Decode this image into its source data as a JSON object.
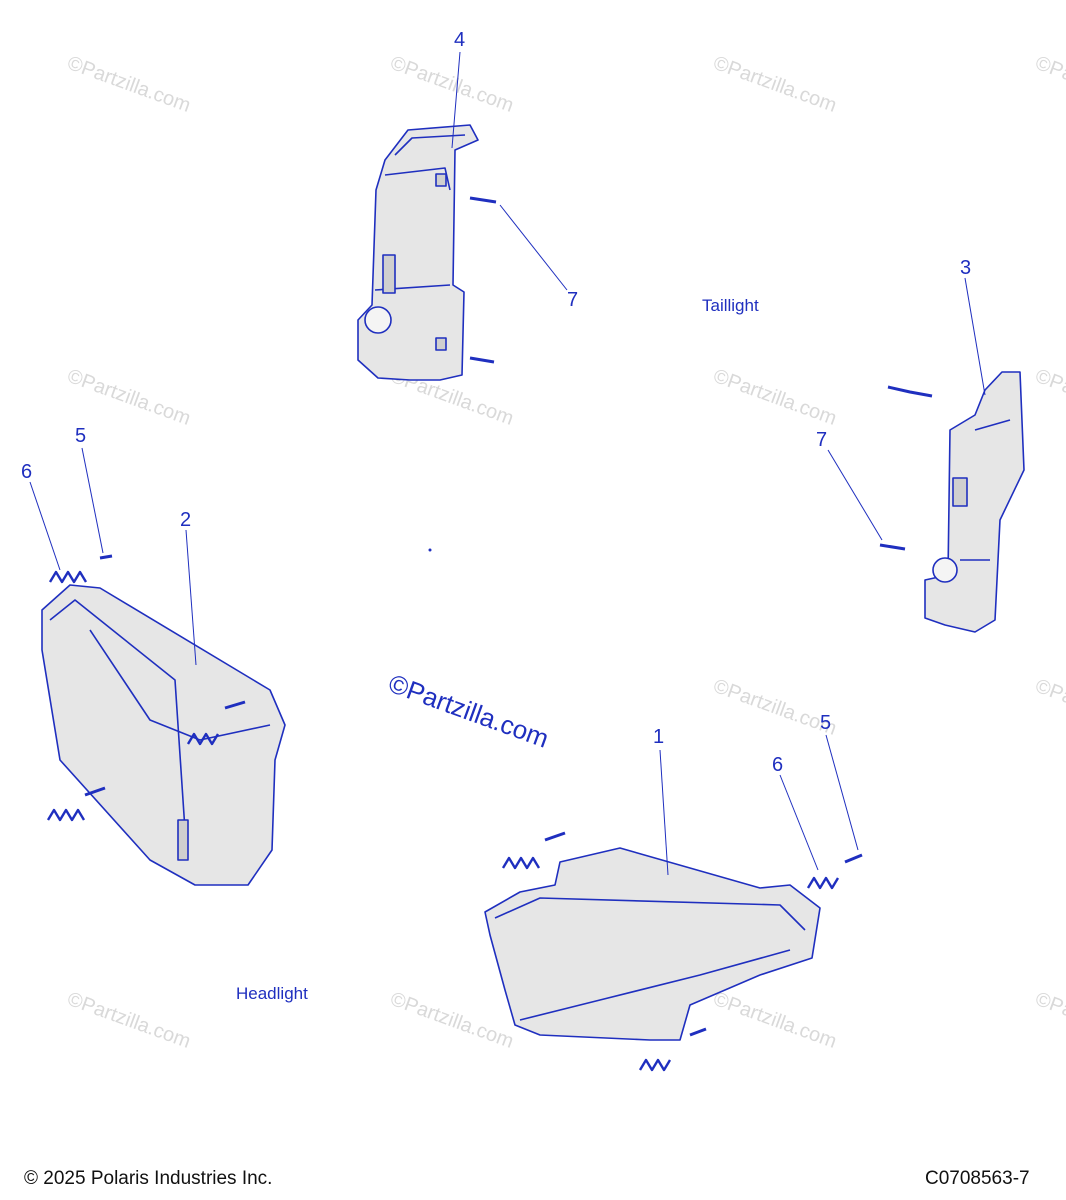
{
  "watermark": {
    "small": "©Partzilla.com",
    "center": "©Partzilla.com"
  },
  "labels": {
    "taillight": "Taillight",
    "headlight": "Headlight"
  },
  "callouts": {
    "c1": "1",
    "c2": "2",
    "c3": "3",
    "c4": "4",
    "c5a": "5",
    "c5b": "5",
    "c6a": "6",
    "c6b": "6",
    "c7a": "7",
    "c7b": "7"
  },
  "footer": {
    "copyright": "© 2025 Polaris Industries Inc.",
    "code": "C0708563-7"
  },
  "colors": {
    "line": "#1f2fbf",
    "part_fill": "#e6e6e6",
    "watermark": "#d9d9d9"
  }
}
